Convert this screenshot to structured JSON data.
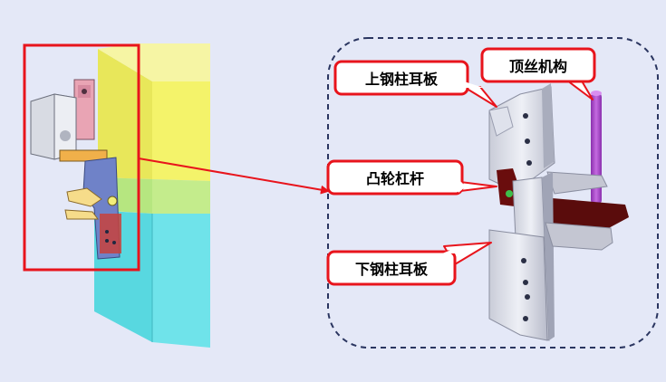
{
  "callouts": {
    "upper_plate": "上钢柱耳板",
    "jacking": "顶丝机构",
    "cam_lever": "凸轮杠杆",
    "lower_plate": "下钢柱耳板"
  },
  "colors": {
    "highlight": "#e8141c",
    "dashed_frame": "#2a3560",
    "yellow_column": "#f4f36a",
    "cyan_column": "#6fe3ea",
    "purple_rod": "#b04fd0",
    "dark_red": "#6a0d0d"
  }
}
